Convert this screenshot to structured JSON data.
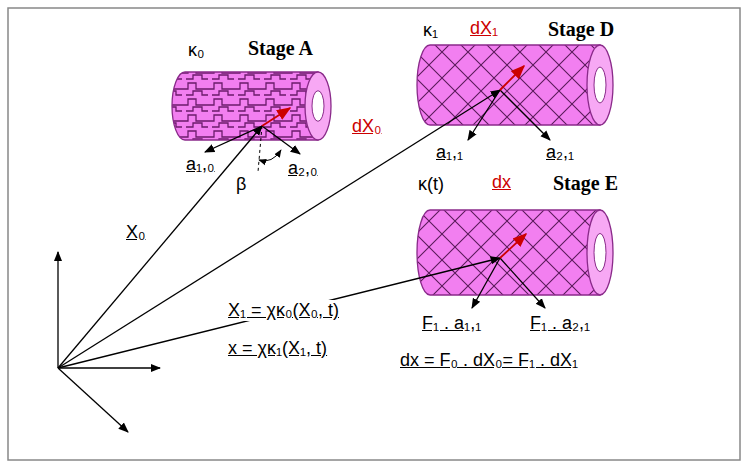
{
  "diagram": {
    "nodes": [
      {
        "text": [
          "Stage A",
          "κ₀",
          "dX₀"
        ]
      },
      {
        "text": [
          "Stage D",
          "κ₁",
          "dX₁"
        ]
      },
      {
        "text": [
          "Stage E",
          "κ(t)",
          "dx"
        ]
      }
    ],
    "labels": [
      "a₁,₀",
      "a₂,₀",
      "β",
      "a₁,₁",
      "a₂,₁",
      "X₀",
      "X₁ = χκ₀(X₀, t)",
      "x = χκ₁(X₁, t)",
      "F₁ . a₁,₁",
      "F₁ . a₂,₁",
      "dx = F₀ . dX₀= F₁ . dX₁"
    ]
  }
}
